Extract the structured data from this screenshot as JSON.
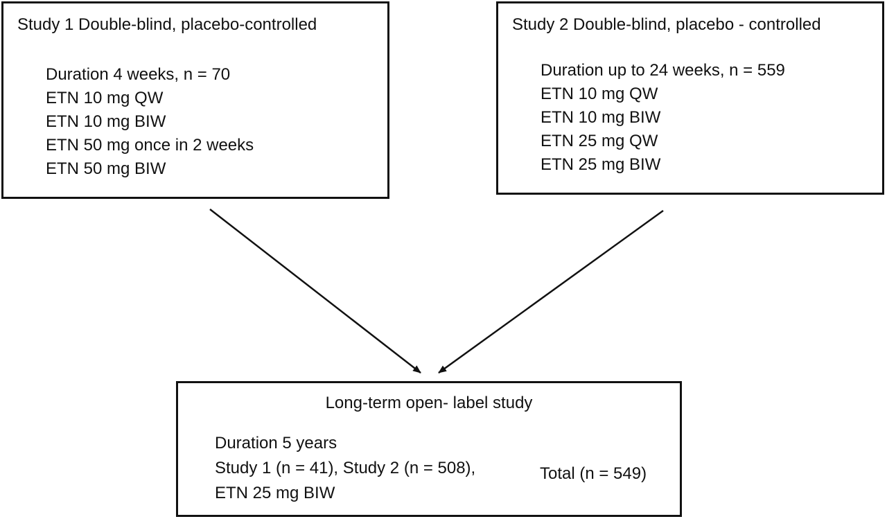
{
  "study1": {
    "title": "Study 1 Double-blind, placebo-controlled",
    "lines": [
      "Duration 4 weeks, n = 70",
      "ETN 10 mg QW",
      "ETN 10 mg BIW",
      "ETN 50 mg once in 2 weeks",
      "ETN 50 mg BIW"
    ]
  },
  "study2": {
    "title": "Study 2 Double-blind, placebo - controlled",
    "lines": [
      "Duration up to 24 weeks, n = 559",
      "ETN 10 mg QW",
      "ETN 10 mg BIW",
      "ETN 25 mg QW",
      "ETN 25 mg BIW"
    ]
  },
  "open_label": {
    "title": "Long-term open- label study",
    "lines": [
      "Duration 5 years",
      "Study 1 (n = 41), Study 2 (n = 508),",
      "ETN 25 mg BIW"
    ],
    "total": "Total (n = 549)"
  }
}
